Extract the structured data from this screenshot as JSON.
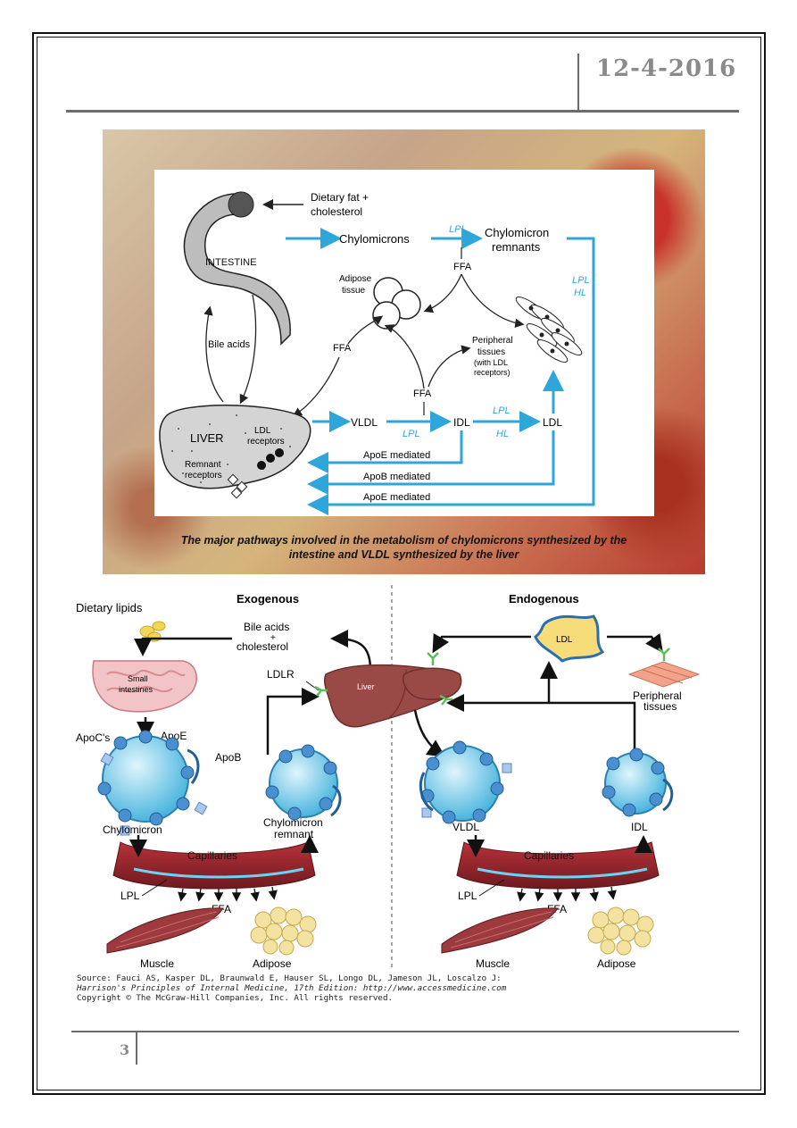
{
  "header": {
    "date": "12-4-2016"
  },
  "footer": {
    "page_number": "3"
  },
  "figure1": {
    "labels": {
      "dietary_fat_1": "Dietary fat +",
      "dietary_fat_2": "cholesterol",
      "intestine": "INTESTINE",
      "chylomicrons": "Chylomicrons",
      "lpl_top": "LPL",
      "chylo_remnants_1": "Chylomicron",
      "chylo_remnants_2": "remnants",
      "ffa_top": "FFA",
      "adipose_1": "Adipose",
      "adipose_2": "tissue",
      "lpl_right": "LPL",
      "hl_right": "HL",
      "bile_acids": "Bile acids",
      "ffa_left": "FFA",
      "peripheral_1": "Peripheral",
      "peripheral_2": "tissues",
      "peripheral_3": "(with LDL",
      "peripheral_4": "receptors)",
      "ffa_mid": "FFA",
      "liver": "LIVER",
      "ldl_receptors_1": "LDL",
      "ldl_receptors_2": "receptors",
      "remnant_receptors_1": "Remnant",
      "remnant_receptors_2": "receptors",
      "vldl": "VLDL",
      "lpl_vldl": "LPL",
      "idl": "IDL",
      "lpl_idl": "LPL",
      "hl_idl": "HL",
      "ldl": "LDL",
      "apoe_1": "ApoE mediated",
      "apob": "ApoB mediated",
      "apoe_2": "ApoE mediated"
    },
    "caption_1": "The major pathways involved in the metabolism of chylomicrons synthesized by the",
    "caption_2": "intestine and VLDL synthesized by the liver"
  },
  "figure2": {
    "exogenous": "Exogenous",
    "endogenous": "Endogenous",
    "dietary_lipids": "Dietary lipids",
    "bile_1": "Bile acids",
    "bile_2": "+",
    "bile_3": "cholesterol",
    "ldlr": "LDLR",
    "liver": "Liver",
    "small_1": "Small",
    "small_2": "intestines",
    "apocs": "ApoC's",
    "apoe": "ApoE",
    "apob": "ApoB",
    "chylomicron": "Chylomicron",
    "chylo_remnant_1": "Chylomicron",
    "chylo_remnant_2": "remnant",
    "capillaries_left": "Capillaries",
    "lpl_left": "LPL",
    "ffa_left": "FFA",
    "muscle_left": "Muscle",
    "adipose_left": "Adipose",
    "ldl": "LDL",
    "peripheral_1": "Peripheral",
    "peripheral_2": "tissues",
    "vldl": "VLDL",
    "idl": "IDL",
    "capillaries_right": "Capillaries",
    "lpl_right": "LPL",
    "ffa_right": "FFA",
    "muscle_right": "Muscle",
    "adipose_right": "Adipose"
  },
  "source": {
    "line1": "Source: Fauci AS, Kasper DL, Braunwald E, Hauser SL, Longo DL, Jameson JL, Loscalzo J:",
    "line2": "Harrison's Principles of Internal Medicine, 17th Edition: http://www.accessmedicine.com",
    "line3": "Copyright © The McGraw-Hill Companies, Inc. All rights reserved."
  },
  "colors": {
    "arrow_blue": "#2ea6d9",
    "header_gray": "#8a8a8a",
    "liver_red": "#9a4a46",
    "particle_blue": "#5cc2e6"
  }
}
